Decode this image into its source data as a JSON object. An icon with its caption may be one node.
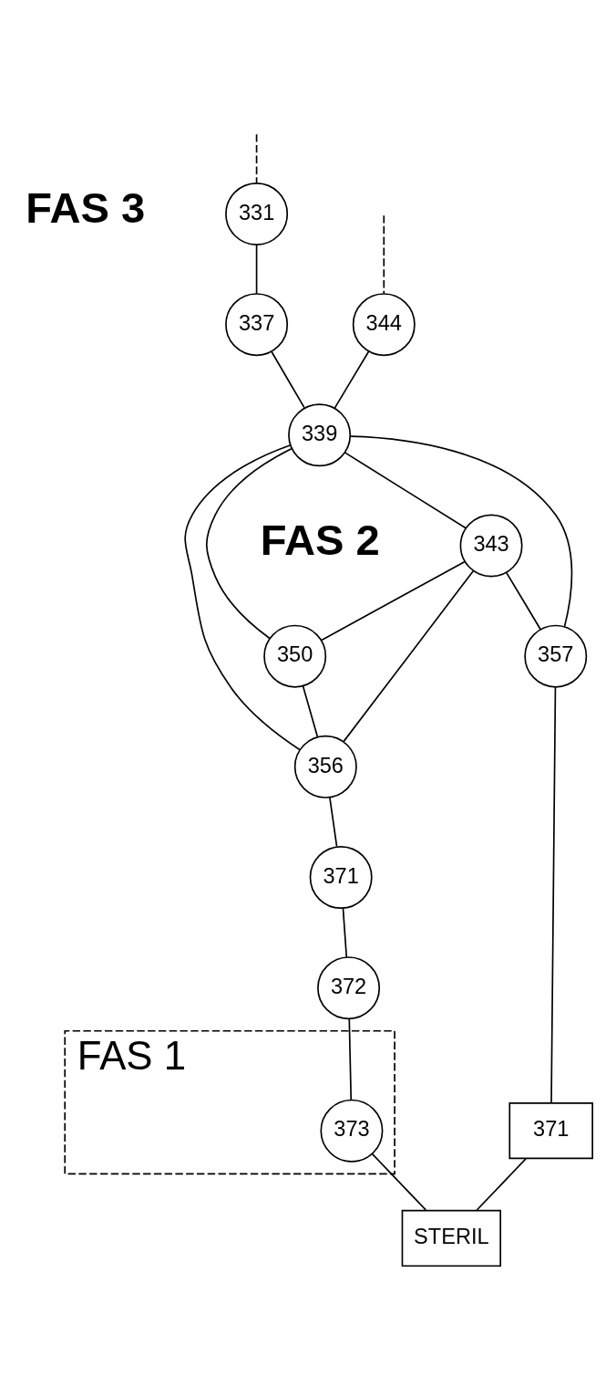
{
  "diagram": {
    "nodes": [
      {
        "text": [
          "344"
        ]
      },
      {
        "text": [
          "331"
        ]
      },
      {
        "text": [
          "337"
        ]
      },
      {
        "text": [
          "339"
        ]
      },
      {
        "text": [
          "343"
        ]
      },
      {
        "text": [
          "350"
        ]
      },
      {
        "text": [
          "357"
        ]
      },
      {
        "text": [
          "371"
        ]
      },
      {
        "text": [
          "356"
        ]
      },
      {
        "text": [
          "371"
        ]
      },
      {
        "text": [
          "372"
        ]
      },
      {
        "text": [
          "FAS 1"
        ]
      },
      {
        "text": [
          "373"
        ],
        "in": 11
      },
      {
        "text": [
          "STERIL"
        ]
      }
    ],
    "edges": [
      {
        "from": null,
        "to": 0,
        "arrow": "none",
        "style": "dashed"
      },
      {
        "from": null,
        "to": 1,
        "arrow": "none",
        "style": "dashed"
      },
      {
        "from": 1,
        "to": 2,
        "arrow": "none"
      },
      {
        "from": 0,
        "to": 3,
        "arrow": "none"
      },
      {
        "from": 2,
        "to": 3,
        "arrow": "none"
      },
      {
        "from": 3,
        "to": 4,
        "arrow": "none"
      },
      {
        "from": 3,
        "to": 5,
        "arrow": "none"
      },
      {
        "from": 3,
        "to": 6,
        "arrow": "none"
      },
      {
        "from": 3,
        "to": 8,
        "arrow": "none"
      },
      {
        "from": 4,
        "to": 5,
        "arrow": "none"
      },
      {
        "from": 4,
        "to": 6,
        "arrow": "none"
      },
      {
        "from": 4,
        "to": 8,
        "arrow": "none"
      },
      {
        "from": 5,
        "to": 8,
        "arrow": "none"
      },
      {
        "from": 6,
        "to": 7,
        "arrow": "none"
      },
      {
        "from": 8,
        "to": 9,
        "arrow": "none"
      },
      {
        "from": 9,
        "to": 10,
        "arrow": "none"
      },
      {
        "from": 10,
        "to": 12,
        "arrow": "none"
      },
      {
        "from": 12,
        "to": 13,
        "arrow": "none"
      },
      {
        "from": 7,
        "to": 13,
        "arrow": "none"
      }
    ],
    "labels": [
      "FAS 3",
      "FAS 2"
    ]
  }
}
